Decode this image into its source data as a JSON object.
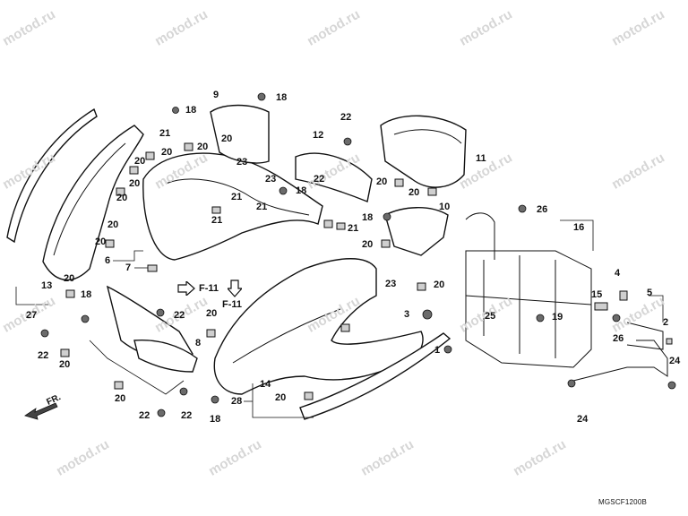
{
  "watermark": "motod.ru",
  "diagram_code": "MGSCF1200B",
  "front_label": "FR.",
  "fref": [
    "F-11",
    "F-11"
  ],
  "callouts": [
    "9",
    "18",
    "18",
    "21",
    "20",
    "20",
    "20",
    "20",
    "23",
    "23",
    "18",
    "21",
    "21",
    "21",
    "22",
    "12",
    "22",
    "11",
    "20",
    "20",
    "20",
    "20",
    "20",
    "13",
    "27",
    "6",
    "7",
    "20",
    "20",
    "18",
    "22",
    "22",
    "20",
    "8",
    "22",
    "18",
    "22",
    "20",
    "20",
    "18",
    "21",
    "10",
    "20",
    "26",
    "23",
    "20",
    "16",
    "4",
    "15",
    "5",
    "2",
    "3",
    "19",
    "25",
    "26",
    "1",
    "24",
    "24",
    "14",
    "20",
    "28"
  ]
}
